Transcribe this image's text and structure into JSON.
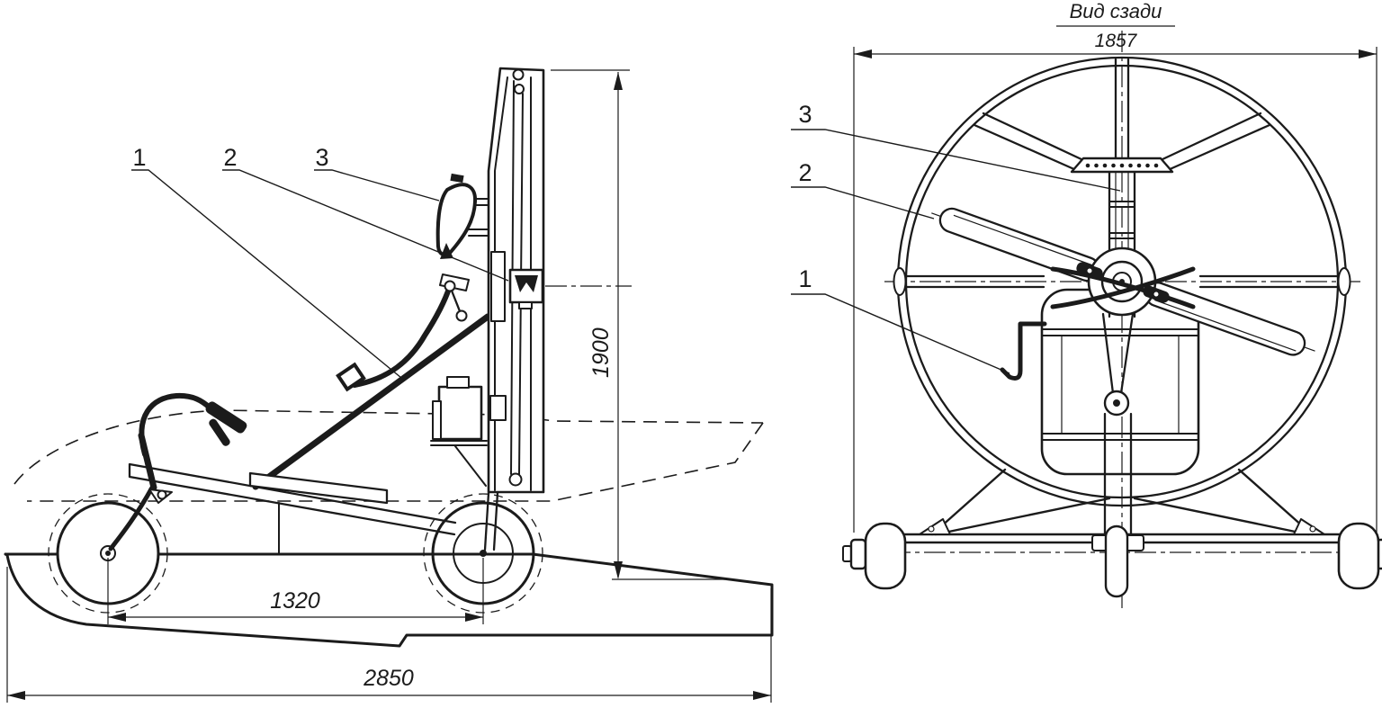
{
  "colors": {
    "ink": "#1b1b1b",
    "paper": "#ffffff"
  },
  "side_view": {
    "callout_1": "1",
    "callout_2": "2",
    "callout_3": "3",
    "dim_height": "1900",
    "dim_wheelbase": "1320",
    "dim_length": "2850"
  },
  "rear_view": {
    "title": "Вид сзади",
    "dim_width": "1857",
    "callout_1": "1",
    "callout_2": "2",
    "callout_3": "3"
  }
}
